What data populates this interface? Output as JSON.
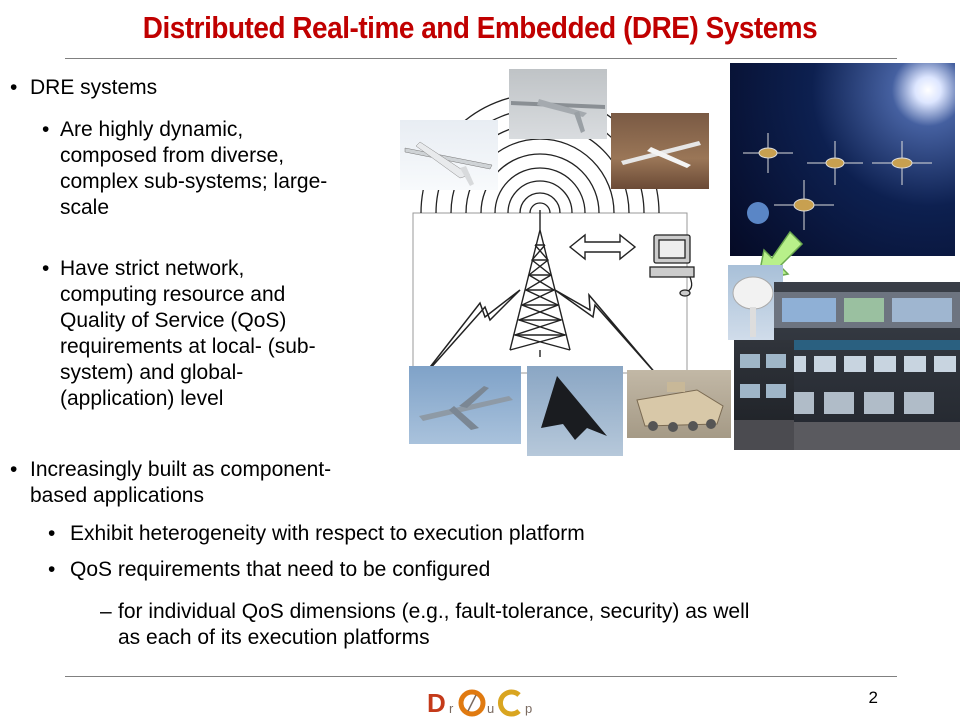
{
  "slide": {
    "title": "Distributed Real-time and Embedded (DRE) Systems",
    "page_number": "2",
    "bullets": {
      "l1_a": "DRE systems",
      "l2_a": "Are highly dynamic, composed from diverse, complex sub-systems; large-scale",
      "l2_a_lines": [
        "Are highly dynamic,",
        "composed from diverse,",
        "complex sub-systems; large-",
        "scale"
      ],
      "l2_b_lines": [
        "Have strict network,",
        "computing resource and",
        "Quality of Service (QoS)",
        "requirements at local- (sub-",
        "system) and global-",
        "(application) level"
      ],
      "l1_b_lines": [
        "Increasingly built as component-",
        "based applications"
      ],
      "l2_c": "Exhibit heterogeneity with respect to execution platform",
      "l2_d": "QoS requirements that need to be configured",
      "l3_a_lines": [
        "for individual QoS dimensions (e.g., fault-tolerance, security) as well",
        "as each of its execution platforms"
      ],
      "bullet_char": "•",
      "dash_char": "–"
    },
    "logo": {
      "letters": [
        "D",
        "r",
        "O",
        "u",
        "C",
        "p"
      ],
      "colors": [
        "#c43a1a",
        "#e07a10",
        "#d9a520"
      ]
    },
    "colors": {
      "title": "#c00000",
      "arrow": "#b8f08a"
    }
  }
}
